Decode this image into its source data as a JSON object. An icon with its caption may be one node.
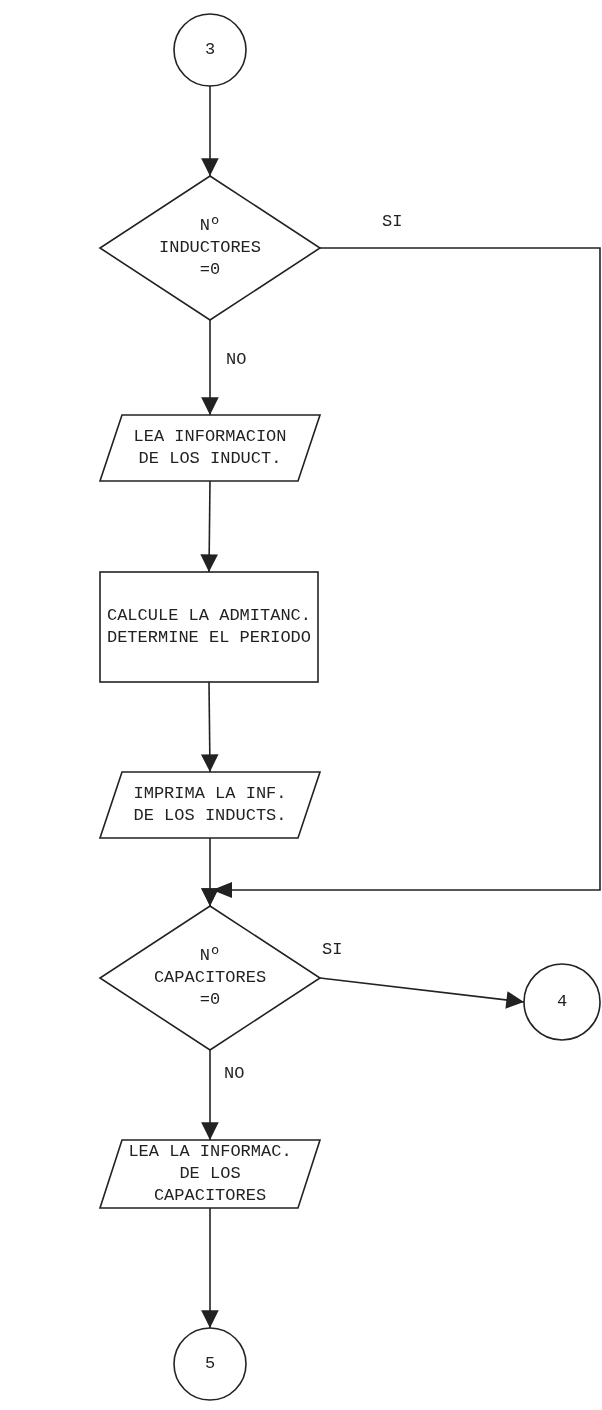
{
  "diagram": {
    "nodes": [
      {
        "text": [
          "3"
        ]
      },
      {
        "text": [
          "Nº INDUCTORES =0"
        ]
      },
      {
        "text": [
          "LEA INFORMACION DE LOS INDUCT."
        ]
      },
      {
        "text": [
          "CALCULE LA ADMITANC. DETERMINE EL PERIODO"
        ]
      },
      {
        "text": [
          "IMPRIMA LA INF. DE LOS INDUCTS."
        ]
      },
      {
        "text": [
          "Nº CAPACITORES =0"
        ]
      },
      {
        "text": [
          "4"
        ]
      },
      {
        "text": [
          "LEA LA INFORMAC. DE LOS CAPACITORES"
        ]
      },
      {
        "text": [
          "5"
        ]
      }
    ],
    "edges": [
      {
        "from": 0,
        "to": 1,
        "arrow": "to"
      },
      {
        "from": 1,
        "to": 2,
        "arrow": "to",
        "label": "NO"
      },
      {
        "from": 2,
        "to": 3,
        "arrow": "to"
      },
      {
        "from": 3,
        "to": 4,
        "arrow": "to"
      },
      {
        "from": 4,
        "to": 5,
        "arrow": "to"
      },
      {
        "from": 1,
        "to": 5,
        "arrow": "to",
        "label": "SI"
      },
      {
        "from": 5,
        "to": 6,
        "arrow": "to",
        "label": "SI"
      },
      {
        "from": 5,
        "to": 7,
        "arrow": "to",
        "label": "NO"
      },
      {
        "from": 7,
        "to": 8,
        "arrow": "to"
      }
    ]
  }
}
